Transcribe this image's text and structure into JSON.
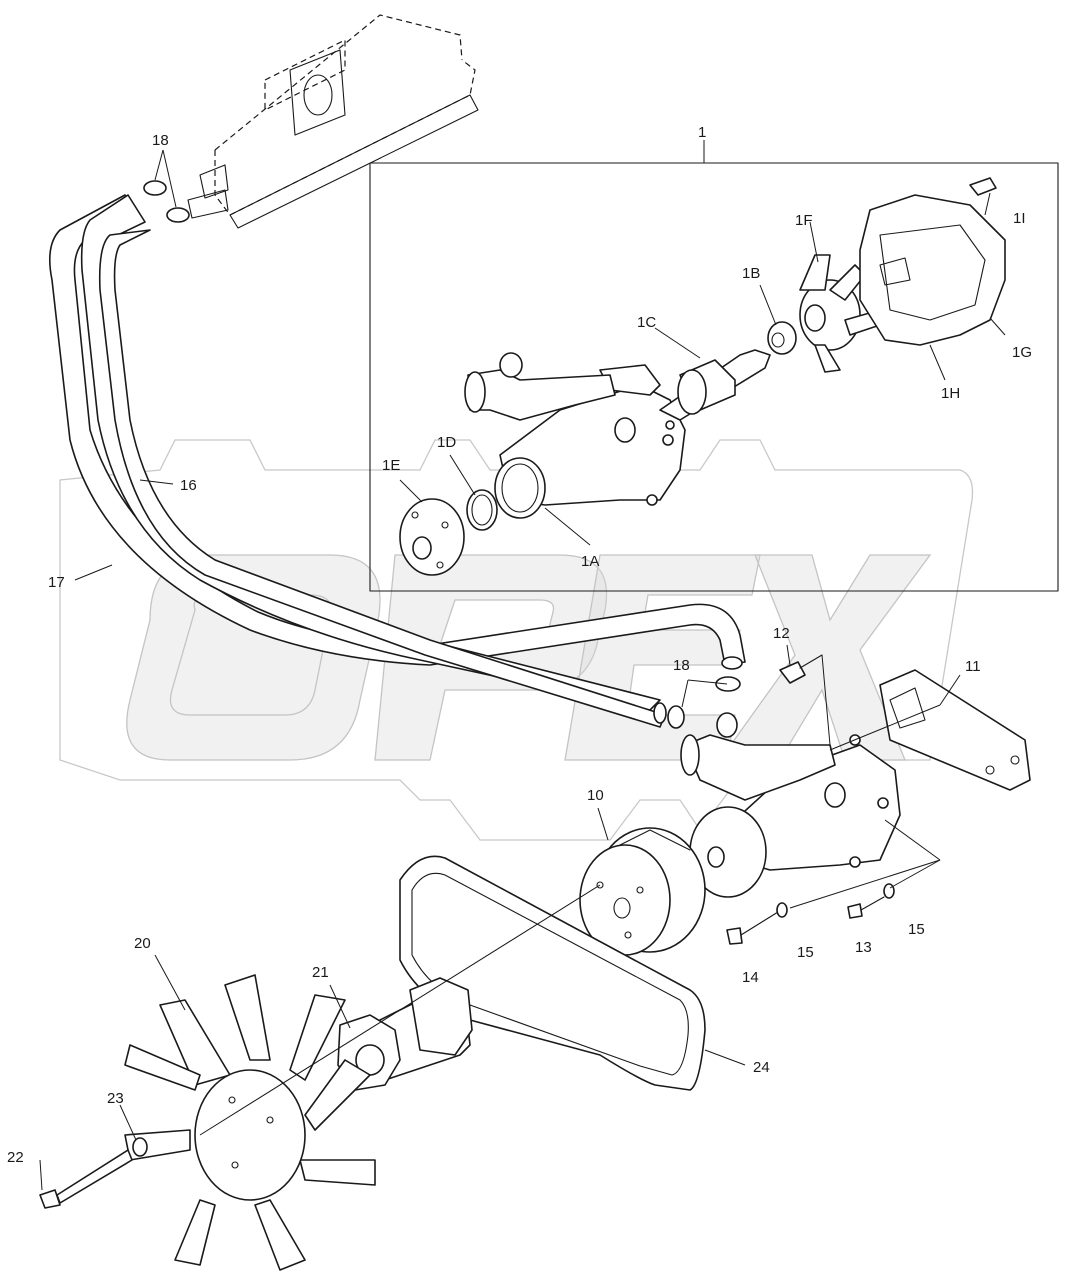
{
  "watermark": {
    "text": "OPEX",
    "color": "#c8c8c8"
  },
  "callouts": {
    "c1": "1",
    "c1A": "1A",
    "c1B": "1B",
    "c1C": "1C",
    "c1D": "1D",
    "c1E": "1E",
    "c1F": "1F",
    "c1G": "1G",
    "c1H": "1H",
    "c1I": "1I",
    "c10": "10",
    "c11": "11",
    "c12": "12",
    "c13": "13",
    "c14": "14",
    "c15a": "15",
    "c15b": "15",
    "c16": "16",
    "c17": "17",
    "c18a": "18",
    "c18b": "18",
    "c20": "20",
    "c21": "21",
    "c22": "22",
    "c23": "23",
    "c24": "24"
  },
  "colors": {
    "line": "#1a1a1a",
    "background": "#ffffff"
  }
}
